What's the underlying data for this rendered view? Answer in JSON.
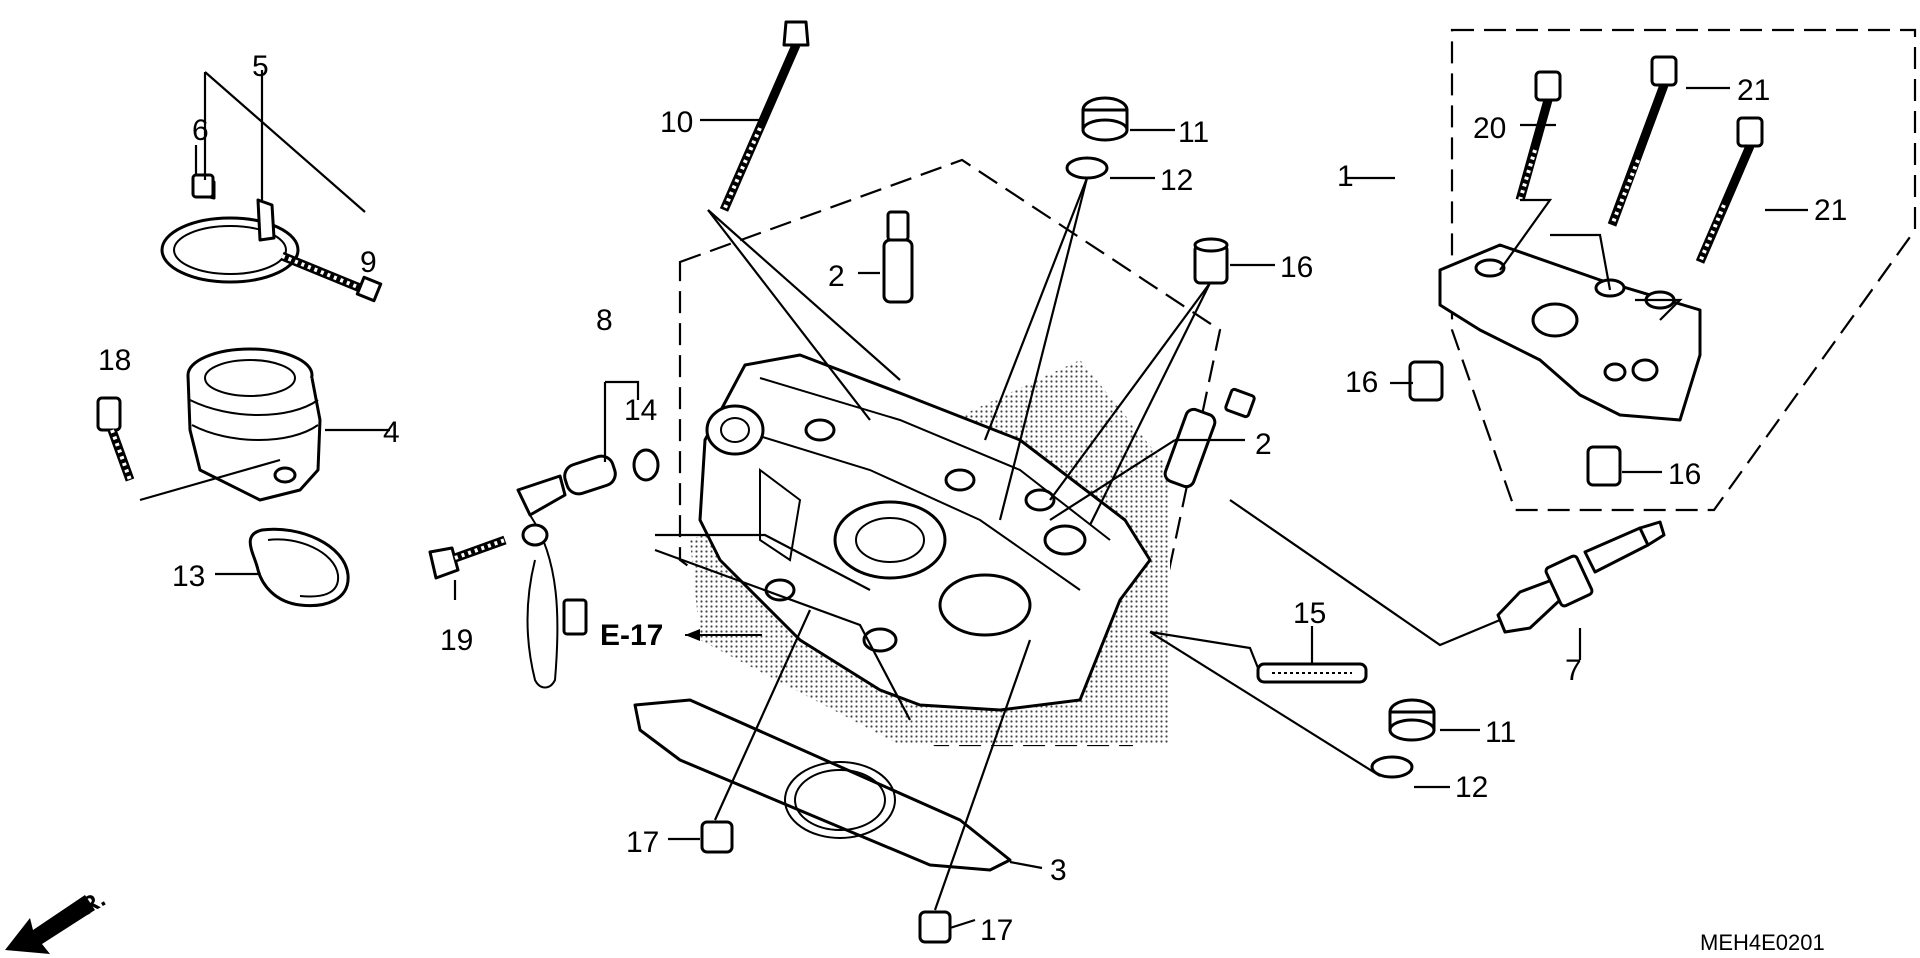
{
  "diagram": {
    "drawing_code": "MEH4E0201",
    "front_indicator": "FR.",
    "reference": "E-17",
    "callouts": [
      {
        "id": "c1",
        "label": "1"
      },
      {
        "id": "c2a",
        "label": "2"
      },
      {
        "id": "c2b",
        "label": "2"
      },
      {
        "id": "c3",
        "label": "3"
      },
      {
        "id": "c4",
        "label": "4"
      },
      {
        "id": "c5",
        "label": "5"
      },
      {
        "id": "c6",
        "label": "6"
      },
      {
        "id": "c7",
        "label": "7"
      },
      {
        "id": "c8",
        "label": "8"
      },
      {
        "id": "c9",
        "label": "9"
      },
      {
        "id": "c10",
        "label": "10"
      },
      {
        "id": "c11a",
        "label": "11"
      },
      {
        "id": "c11b",
        "label": "11"
      },
      {
        "id": "c12a",
        "label": "12"
      },
      {
        "id": "c12b",
        "label": "12"
      },
      {
        "id": "c13",
        "label": "13"
      },
      {
        "id": "c14",
        "label": "14"
      },
      {
        "id": "c15",
        "label": "15"
      },
      {
        "id": "c16a",
        "label": "16"
      },
      {
        "id": "c16b",
        "label": "16"
      },
      {
        "id": "c16c",
        "label": "16"
      },
      {
        "id": "c17a",
        "label": "17"
      },
      {
        "id": "c17b",
        "label": "17"
      },
      {
        "id": "c18",
        "label": "18"
      },
      {
        "id": "c19",
        "label": "19"
      },
      {
        "id": "c20",
        "label": "20"
      },
      {
        "id": "c21a",
        "label": "21"
      },
      {
        "id": "c21b",
        "label": "21"
      }
    ]
  }
}
